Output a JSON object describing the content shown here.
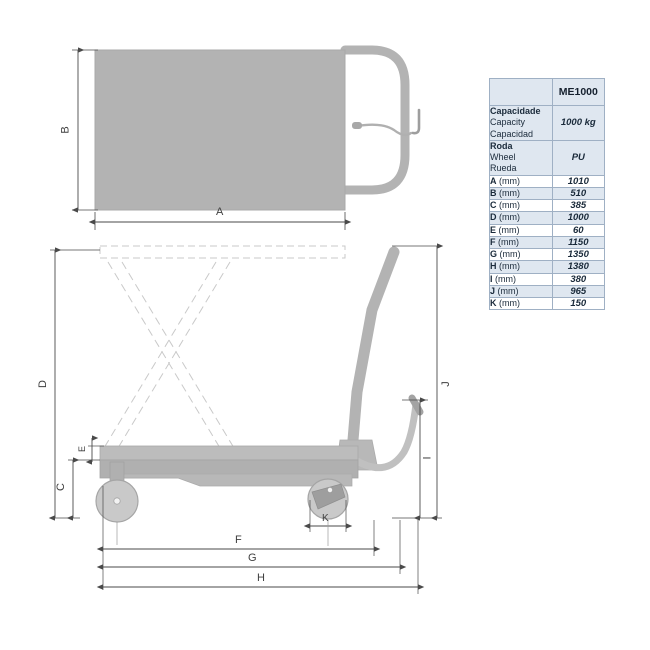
{
  "drawing": {
    "title": "scissor lift table technical drawing",
    "views": [
      {
        "name": "top-view",
        "dimension_labels": [
          "A",
          "B"
        ]
      },
      {
        "name": "side-view",
        "dimension_labels": [
          "C",
          "D",
          "E",
          "F",
          "G",
          "H",
          "I",
          "J",
          "K"
        ]
      }
    ],
    "dimension_letters": {
      "A": "A",
      "B": "B",
      "C": "C",
      "D": "D",
      "E": "E",
      "F": "F",
      "G": "G",
      "H": "H",
      "I": "I",
      "J": "J",
      "K": "K"
    },
    "colors": {
      "body_fill": "#b3b3b3",
      "body_fill_light": "#c4c4c4",
      "body_stroke": "#9a9a9a",
      "dimension_line": "#4a4a4a",
      "hidden_line": "#c9c9c9"
    }
  },
  "spec_table": {
    "header": {
      "blank": "",
      "model": "ME1000"
    },
    "rows": [
      {
        "label_lines": [
          "Capacidade",
          "Capacity",
          "Capacidad"
        ],
        "value": "1000 kg",
        "shade": "blue"
      },
      {
        "label_lines": [
          "Roda",
          "Wheel",
          "Rueda"
        ],
        "value": "PU",
        "shade": "blue"
      },
      {
        "letter": "A",
        "unit": "(mm)",
        "value": "1010",
        "shade": "white"
      },
      {
        "letter": "B",
        "unit": "(mm)",
        "value": "510",
        "shade": "blue"
      },
      {
        "letter": "C",
        "unit": "(mm)",
        "value": "385",
        "shade": "white"
      },
      {
        "letter": "D",
        "unit": "(mm)",
        "value": "1000",
        "shade": "blue"
      },
      {
        "letter": "E",
        "unit": "(mm)",
        "value": "60",
        "shade": "white"
      },
      {
        "letter": "F",
        "unit": "(mm)",
        "value": "1150",
        "shade": "blue"
      },
      {
        "letter": "G",
        "unit": "(mm)",
        "value": "1350",
        "shade": "white"
      },
      {
        "letter": "H",
        "unit": "(mm)",
        "value": "1380",
        "shade": "blue"
      },
      {
        "letter": "I",
        "unit": "(mm)",
        "value": "380",
        "shade": "white"
      },
      {
        "letter": "J",
        "unit": "(mm)",
        "value": "965",
        "shade": "blue"
      },
      {
        "letter": "K",
        "unit": "(mm)",
        "value": "150",
        "shade": "white"
      }
    ]
  }
}
